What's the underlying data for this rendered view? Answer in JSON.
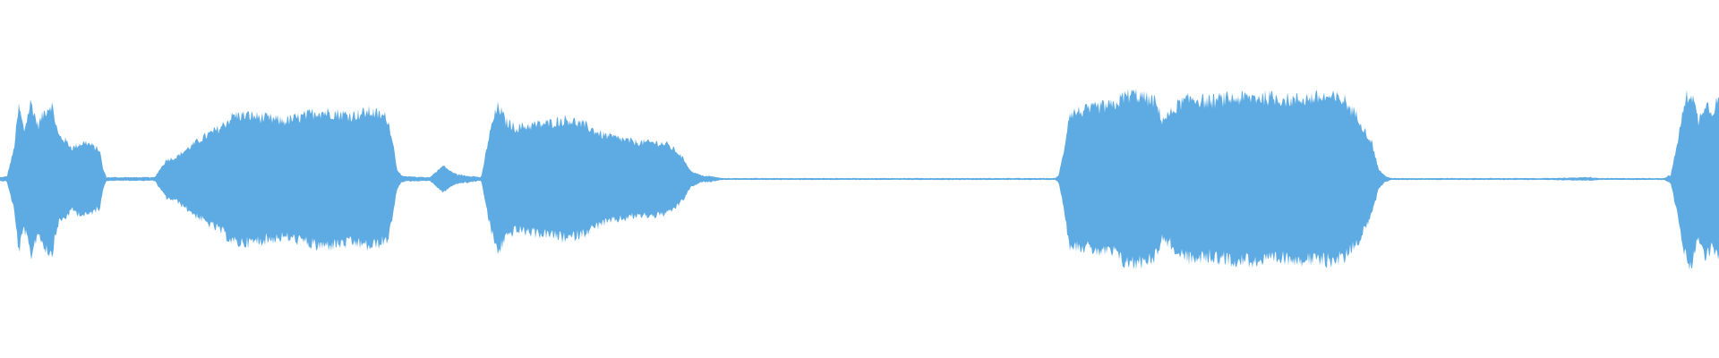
{
  "waveform": {
    "color": "#5dabe2",
    "background": "#ffffff",
    "amplitude_envelope": [
      [
        0.0,
        0.02
      ],
      [
        0.004,
        0.03
      ],
      [
        0.008,
        0.3
      ],
      [
        0.011,
        0.75
      ],
      [
        0.014,
        0.5
      ],
      [
        0.018,
        0.8
      ],
      [
        0.022,
        0.55
      ],
      [
        0.026,
        0.7
      ],
      [
        0.03,
        0.78
      ],
      [
        0.034,
        0.45
      ],
      [
        0.038,
        0.4
      ],
      [
        0.042,
        0.32
      ],
      [
        0.046,
        0.36
      ],
      [
        0.05,
        0.38
      ],
      [
        0.054,
        0.34
      ],
      [
        0.058,
        0.3
      ],
      [
        0.06,
        0.1
      ],
      [
        0.062,
        0.02
      ],
      [
        0.09,
        0.02
      ],
      [
        0.093,
        0.1
      ],
      [
        0.097,
        0.2
      ],
      [
        0.102,
        0.22
      ],
      [
        0.108,
        0.3
      ],
      [
        0.114,
        0.38
      ],
      [
        0.12,
        0.45
      ],
      [
        0.128,
        0.53
      ],
      [
        0.136,
        0.66
      ],
      [
        0.145,
        0.66
      ],
      [
        0.155,
        0.63
      ],
      [
        0.165,
        0.6
      ],
      [
        0.175,
        0.64
      ],
      [
        0.185,
        0.7
      ],
      [
        0.195,
        0.68
      ],
      [
        0.205,
        0.66
      ],
      [
        0.215,
        0.7
      ],
      [
        0.225,
        0.64
      ],
      [
        0.228,
        0.45
      ],
      [
        0.231,
        0.1
      ],
      [
        0.234,
        0.03
      ],
      [
        0.25,
        0.02
      ],
      [
        0.254,
        0.08
      ],
      [
        0.258,
        0.14
      ],
      [
        0.262,
        0.08
      ],
      [
        0.266,
        0.05
      ],
      [
        0.272,
        0.04
      ],
      [
        0.28,
        0.02
      ],
      [
        0.284,
        0.4
      ],
      [
        0.287,
        0.62
      ],
      [
        0.29,
        0.76
      ],
      [
        0.294,
        0.6
      ],
      [
        0.3,
        0.53
      ],
      [
        0.31,
        0.56
      ],
      [
        0.32,
        0.58
      ],
      [
        0.33,
        0.62
      ],
      [
        0.34,
        0.56
      ],
      [
        0.35,
        0.46
      ],
      [
        0.36,
        0.42
      ],
      [
        0.37,
        0.38
      ],
      [
        0.38,
        0.38
      ],
      [
        0.388,
        0.36
      ],
      [
        0.394,
        0.28
      ],
      [
        0.398,
        0.2
      ],
      [
        0.402,
        0.08
      ],
      [
        0.408,
        0.04
      ],
      [
        0.414,
        0.03
      ],
      [
        0.42,
        0.01
      ],
      [
        0.52,
        0.01
      ],
      [
        0.54,
        0.01
      ],
      [
        0.614,
        0.01
      ],
      [
        0.616,
        0.05
      ],
      [
        0.619,
        0.3
      ],
      [
        0.622,
        0.68
      ],
      [
        0.628,
        0.7
      ],
      [
        0.634,
        0.72
      ],
      [
        0.64,
        0.75
      ],
      [
        0.648,
        0.76
      ],
      [
        0.654,
        0.86
      ],
      [
        0.66,
        0.88
      ],
      [
        0.666,
        0.84
      ],
      [
        0.672,
        0.8
      ],
      [
        0.676,
        0.62
      ],
      [
        0.68,
        0.66
      ],
      [
        0.686,
        0.78
      ],
      [
        0.694,
        0.84
      ],
      [
        0.702,
        0.8
      ],
      [
        0.712,
        0.83
      ],
      [
        0.722,
        0.84
      ],
      [
        0.732,
        0.85
      ],
      [
        0.742,
        0.84
      ],
      [
        0.752,
        0.82
      ],
      [
        0.762,
        0.84
      ],
      [
        0.772,
        0.85
      ],
      [
        0.782,
        0.82
      ],
      [
        0.786,
        0.72
      ],
      [
        0.79,
        0.65
      ],
      [
        0.794,
        0.5
      ],
      [
        0.798,
        0.38
      ],
      [
        0.802,
        0.1
      ],
      [
        0.806,
        0.03
      ],
      [
        0.81,
        0.01
      ],
      [
        0.9,
        0.01
      ],
      [
        0.925,
        0.02
      ],
      [
        0.93,
        0.01
      ],
      [
        0.968,
        0.01
      ],
      [
        0.972,
        0.05
      ],
      [
        0.975,
        0.3
      ],
      [
        0.978,
        0.6
      ],
      [
        0.981,
        0.85
      ],
      [
        0.984,
        0.9
      ],
      [
        0.988,
        0.6
      ],
      [
        0.992,
        0.8
      ],
      [
        0.996,
        0.7
      ],
      [
        1.0,
        0.85
      ]
    ]
  }
}
